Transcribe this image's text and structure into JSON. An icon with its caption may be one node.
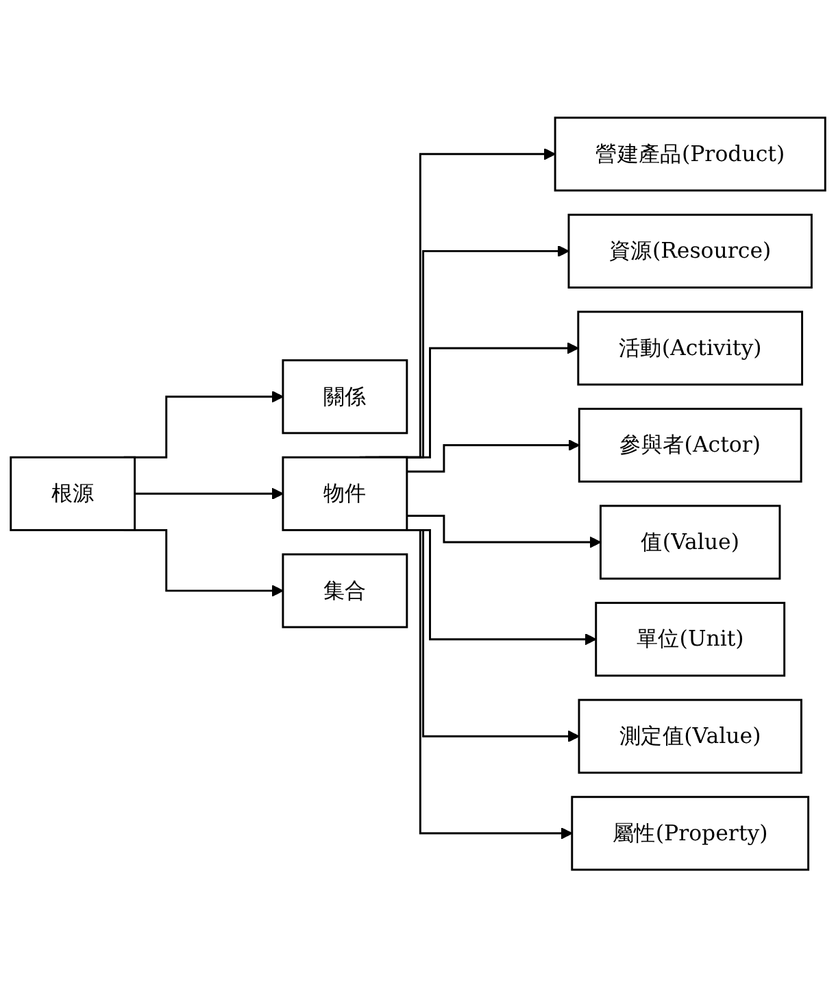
{
  "diagram": {
    "nodes": [
      {
        "text": [
          "根源"
        ]
      },
      {
        "text": [
          "關係"
        ]
      },
      {
        "text": [
          "物件"
        ]
      },
      {
        "text": [
          "集合"
        ]
      },
      {
        "text": [
          "營建產品(Product)"
        ]
      },
      {
        "text": [
          "資源(Resource)"
        ]
      },
      {
        "text": [
          "活動(Activity)"
        ]
      },
      {
        "text": [
          "參與者(Actor)"
        ]
      },
      {
        "text": [
          "值(Value)"
        ]
      },
      {
        "text": [
          "單位(Unit)"
        ]
      },
      {
        "text": [
          "測定值(Value)"
        ]
      },
      {
        "text": [
          "屬性(Property)"
        ]
      }
    ],
    "edges": [
      {
        "from": 0,
        "to": 1,
        "arrow": "to"
      },
      {
        "from": 0,
        "to": 2,
        "arrow": "to"
      },
      {
        "from": 0,
        "to": 3,
        "arrow": "to"
      },
      {
        "from": 2,
        "to": 4,
        "arrow": "to"
      },
      {
        "from": 2,
        "to": 5,
        "arrow": "to"
      },
      {
        "from": 2,
        "to": 6,
        "arrow": "to"
      },
      {
        "from": 2,
        "to": 7,
        "arrow": "to"
      },
      {
        "from": 2,
        "to": 8,
        "arrow": "to"
      },
      {
        "from": 2,
        "to": 9,
        "arrow": "to"
      },
      {
        "from": 2,
        "to": 10,
        "arrow": "to"
      },
      {
        "from": 2,
        "to": 11,
        "arrow": "to"
      }
    ]
  }
}
